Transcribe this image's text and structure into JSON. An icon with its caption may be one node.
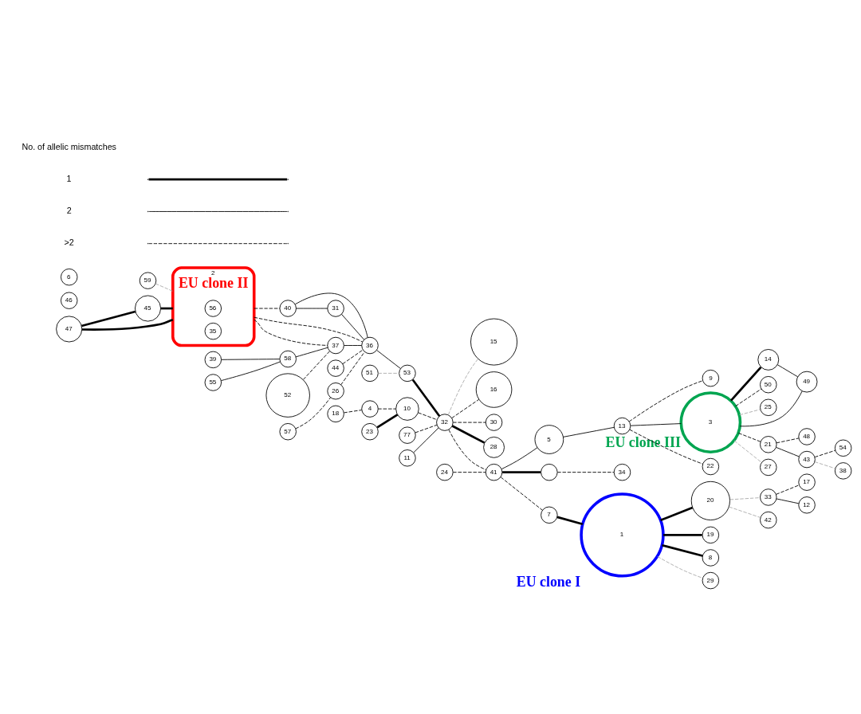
{
  "diagram": {
    "nodes": [
      {
        "text": [
          "59"
        ]
      },
      {
        "text": [
          "47"
        ]
      },
      {
        "text": [
          "45"
        ]
      },
      {
        "text": [
          "2"
        ],
        "beside": [
          "EU clone II"
        ]
      },
      {
        "text": [
          "56"
        ],
        "in": 3
      },
      {
        "text": [
          "35"
        ],
        "in": 3
      },
      {
        "text": [
          "39"
        ]
      },
      {
        "text": [
          "46"
        ]
      },
      {
        "text": [
          "55"
        ]
      },
      {
        "text": [
          "58"
        ]
      },
      {
        "text": [
          "52"
        ]
      },
      {
        "text": [
          "37"
        ]
      },
      {
        "text": [
          "40"
        ]
      },
      {
        "text": [
          "44"
        ]
      },
      {
        "text": [
          "57"
        ]
      },
      {
        "text": [
          "26"
        ]
      },
      {
        "text": [
          "36"
        ]
      },
      {
        "text": [
          "31"
        ]
      },
      {
        "text": [
          "15"
        ]
      },
      {
        "text": [
          "18"
        ]
      },
      {
        "text": [
          "51"
        ]
      },
      {
        "text": [
          "53"
        ]
      },
      {
        "text": [
          "4"
        ]
      },
      {
        "text": [
          "16"
        ]
      },
      {
        "text": [
          "32"
        ]
      },
      {
        "text": [
          "10"
        ]
      },
      {
        "text": [
          "23"
        ]
      },
      {
        "text": [
          "30"
        ]
      },
      {
        "text": [
          "9"
        ]
      },
      {
        "text": [
          "6"
        ]
      },
      {
        "text": [
          "28"
        ]
      },
      {
        "text": [
          "77"
        ]
      },
      {
        "text": [
          "11"
        ]
      },
      {
        "text": [
          "14"
        ]
      },
      {
        "text": [
          "24"
        ]
      },
      {
        "text": [
          "41"
        ]
      },
      {
        "text": [
          "50"
        ]
      },
      {
        "text": [
          "5"
        ]
      },
      {
        "text": [
          "13"
        ]
      },
      {
        "text": [
          "3"
        ],
        "beside": [
          "EU clone III"
        ]
      },
      {
        "text": [
          "25"
        ]
      },
      {
        "text": [],
        "shape": "circle"
      },
      {
        "text": [
          "7"
        ]
      },
      {
        "text": [
          "21"
        ]
      },
      {
        "text": [
          "48"
        ]
      },
      {
        "text": [
          "22"
        ]
      },
      {
        "text": [
          "34"
        ]
      },
      {
        "text": [
          "43"
        ]
      },
      {
        "text": [
          "49"
        ]
      },
      {
        "text": [
          "27"
        ]
      },
      {
        "text": [
          "54"
        ]
      },
      {
        "text": [
          "1"
        ],
        "beside": [
          "EU clone I"
        ]
      },
      {
        "text": [
          "38"
        ]
      },
      {
        "text": [
          "20"
        ]
      },
      {
        "text": [
          "17"
        ]
      },
      {
        "text": [
          "33"
        ]
      },
      {
        "text": [
          "42"
        ]
      },
      {
        "text": [
          "19"
        ]
      },
      {
        "text": [
          "8"
        ]
      },
      {
        "text": [
          "12"
        ]
      },
      {
        "text": [
          "29"
        ]
      }
    ],
    "edges": [
      {
        "from": 0,
        "to": 3,
        "arrow": "none",
        "style": "dashed",
        "color": "#aaaaaa"
      },
      {
        "from": 1,
        "to": 2,
        "arrow": "none",
        "style": "thick"
      },
      {
        "from": 1,
        "to": 3,
        "arrow": "none",
        "style": "thick"
      },
      {
        "from": 2,
        "to": 3,
        "arrow": "none",
        "style": "thick"
      },
      {
        "from": 6,
        "to": 9,
        "arrow": "none"
      },
      {
        "from": 8,
        "to": 9,
        "arrow": "none"
      },
      {
        "from": 9,
        "to": 11,
        "arrow": "none"
      },
      {
        "from": 3,
        "to": 11,
        "arrow": "none",
        "style": "dashed"
      },
      {
        "from": 10,
        "to": 11,
        "arrow": "none",
        "style": "dashed"
      },
      {
        "from": 3,
        "to": 16,
        "arrow": "none",
        "style": "dashed"
      },
      {
        "from": 3,
        "to": 12,
        "arrow": "none",
        "style": "dashed"
      },
      {
        "from": 11,
        "to": 16,
        "arrow": "none"
      },
      {
        "from": 12,
        "to": 16,
        "arrow": "none"
      },
      {
        "from": 12,
        "to": 17,
        "arrow": "none"
      },
      {
        "from": 13,
        "to": 16,
        "arrow": "none",
        "style": "dashed"
      },
      {
        "from": 14,
        "to": 15,
        "arrow": "none",
        "style": "dashed"
      },
      {
        "from": 15,
        "to": 16,
        "arrow": "none",
        "style": "dashed"
      },
      {
        "from": 17,
        "to": 16,
        "arrow": "none"
      },
      {
        "from": 16,
        "to": 21,
        "arrow": "none"
      },
      {
        "from": 20,
        "to": 21,
        "arrow": "none",
        "style": "dashed",
        "color": "#aaaaaa"
      },
      {
        "from": 21,
        "to": 24,
        "arrow": "none",
        "style": "thick"
      },
      {
        "from": 24,
        "to": 18,
        "arrow": "none",
        "style": "dashed",
        "color": "#aaaaaa"
      },
      {
        "from": 24,
        "to": 23,
        "arrow": "none",
        "style": "dashed"
      },
      {
        "from": 24,
        "to": 27,
        "arrow": "none",
        "style": "dashed"
      },
      {
        "from": 24,
        "to": 30,
        "arrow": "none",
        "style": "thick"
      },
      {
        "from": 25,
        "to": 24,
        "arrow": "none",
        "style": "dashed"
      },
      {
        "from": 26,
        "to": 25,
        "arrow": "none",
        "style": "thick"
      },
      {
        "from": 22,
        "to": 25,
        "arrow": "none",
        "style": "dashed"
      },
      {
        "from": 19,
        "to": 22,
        "arrow": "none",
        "style": "dashed"
      },
      {
        "from": 31,
        "to": 24,
        "arrow": "none",
        "style": "dashed"
      },
      {
        "from": 32,
        "to": 24,
        "arrow": "none"
      },
      {
        "from": 24,
        "to": 35,
        "arrow": "none",
        "style": "dashed"
      },
      {
        "from": 34,
        "to": 35,
        "arrow": "none",
        "style": "dashed"
      },
      {
        "from": 35,
        "to": 37,
        "arrow": "none"
      },
      {
        "from": 35,
        "to": 41,
        "arrow": "none",
        "style": "thick"
      },
      {
        "from": 35,
        "to": 42,
        "arrow": "none",
        "style": "dashed"
      },
      {
        "from": 41,
        "to": 46,
        "arrow": "none",
        "style": "dashed"
      },
      {
        "from": 42,
        "to": 51,
        "arrow": "none",
        "style": "thick"
      },
      {
        "from": 51,
        "to": 53,
        "arrow": "none",
        "style": "thick"
      },
      {
        "from": 51,
        "to": 57,
        "arrow": "none",
        "style": "thick"
      },
      {
        "from": 51,
        "to": 58,
        "arrow": "none",
        "style": "thick"
      },
      {
        "from": 51,
        "to": 60,
        "arrow": "none",
        "style": "dashed",
        "color": "#aaaaaa"
      },
      {
        "from": 53,
        "to": 55,
        "arrow": "none",
        "style": "dashed",
        "color": "#aaaaaa"
      },
      {
        "from": 53,
        "to": 56,
        "arrow": "none",
        "style": "dashed",
        "color": "#aaaaaa"
      },
      {
        "from": 55,
        "to": 54,
        "arrow": "none",
        "style": "dashed"
      },
      {
        "from": 55,
        "to": 59,
        "arrow": "none"
      },
      {
        "from": 37,
        "to": 38,
        "arrow": "none"
      },
      {
        "from": 38,
        "to": 28,
        "arrow": "none",
        "style": "dashed"
      },
      {
        "from": 38,
        "to": 45,
        "arrow": "none",
        "style": "dashed"
      },
      {
        "from": 38,
        "to": 39,
        "arrow": "none"
      },
      {
        "from": 39,
        "to": 33,
        "arrow": "none",
        "style": "thick"
      },
      {
        "from": 33,
        "to": 48,
        "arrow": "none"
      },
      {
        "from": 39,
        "to": 48,
        "arrow": "none"
      },
      {
        "from": 39,
        "to": 36,
        "arrow": "none",
        "style": "dashed"
      },
      {
        "from": 39,
        "to": 40,
        "arrow": "none",
        "style": "dashed",
        "color": "#aaaaaa"
      },
      {
        "from": 39,
        "to": 43,
        "arrow": "none",
        "style": "dashed"
      },
      {
        "from": 39,
        "to": 49,
        "arrow": "none",
        "style": "dashed",
        "color": "#aaaaaa"
      },
      {
        "from": 43,
        "to": 44,
        "arrow": "none",
        "style": "dashed"
      },
      {
        "from": 43,
        "to": 47,
        "arrow": "none"
      },
      {
        "from": 47,
        "to": 50,
        "arrow": "none",
        "style": "dashed"
      },
      {
        "from": 47,
        "to": 52,
        "arrow": "none",
        "style": "dashed",
        "color": "#aaaaaa"
      }
    ],
    "labels": [
      "No. of allelic mismatches"
    ],
    "legend": [
      {
        "text": "1"
      },
      {
        "text": "2"
      },
      {
        "text": ">2"
      }
    ]
  }
}
